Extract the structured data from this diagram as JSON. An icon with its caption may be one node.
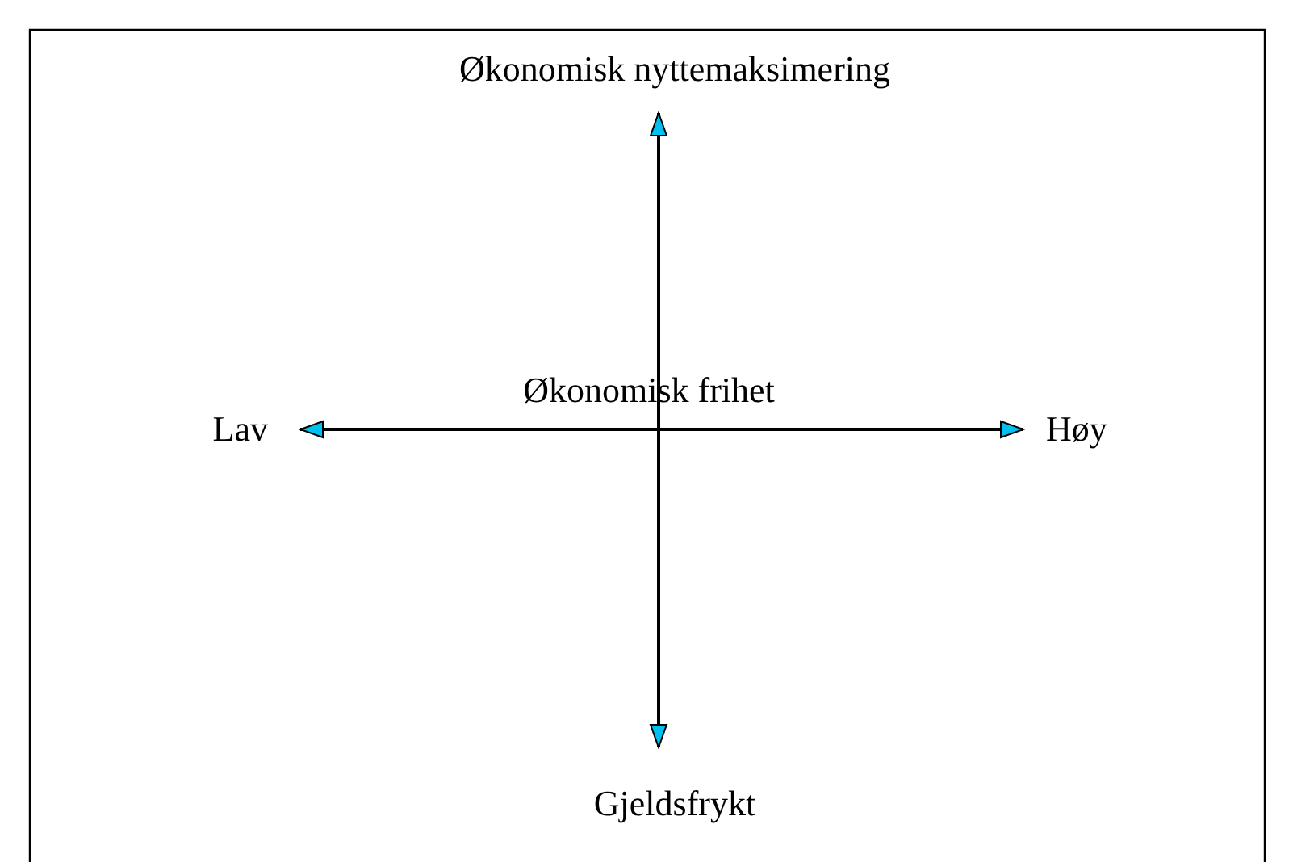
{
  "diagram": {
    "nodes": [
      {
        "text": [
          "Økonomisk nyttemaksimering"
        ]
      },
      {
        "text": [
          "Lav"
        ]
      },
      {
        "text": [
          "Høy"
        ]
      },
      {
        "text": [
          "Gjeldsfrykt"
        ]
      }
    ],
    "edges": [
      {
        "from": 1,
        "to": 2,
        "arrow": "both"
      },
      {
        "from": 0,
        "to": 3,
        "arrow": "both"
      }
    ],
    "labels": [
      "Økonomisk frihet"
    ]
  }
}
